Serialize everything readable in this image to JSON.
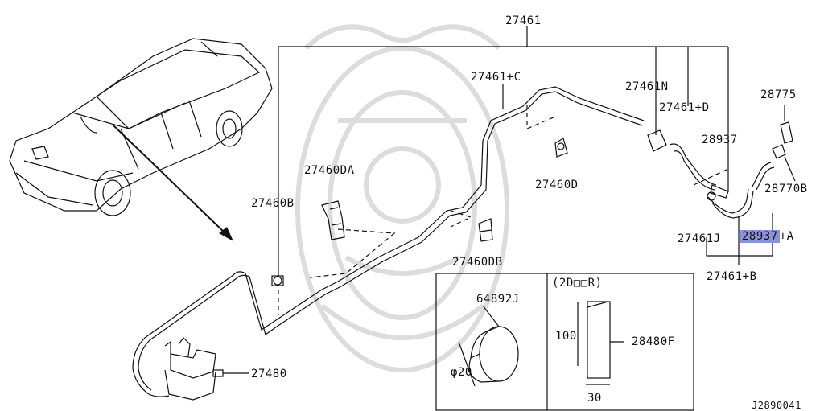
{
  "diagram": {
    "callouts": {
      "p27461": "27461",
      "p27461C": "27461+C",
      "p27461N": "27461N",
      "p27461D": "27461+D",
      "p28775": "28775",
      "p28937": "28937",
      "p28770B": "28770B",
      "p27460DA": "27460DA",
      "p27460D": "27460D",
      "p27460B": "27460B",
      "p27461J": "27461J",
      "p28937A_part": "28937",
      "p28937A_suffix": "+A",
      "p27460DB": "27460DB",
      "p27461B": "27461+B",
      "p27480": "27480",
      "p64892J": "64892J",
      "p28480F": "28480F"
    },
    "inset": {
      "door_note": "(2D□□R)",
      "dim_diameter": "φ20",
      "dim_height": "100",
      "dim_width": "30"
    },
    "figure_code": "J2890041",
    "colors": {
      "line": "#111111",
      "highlight": "#8a93d8",
      "watermark": "#d9d9d9"
    }
  }
}
